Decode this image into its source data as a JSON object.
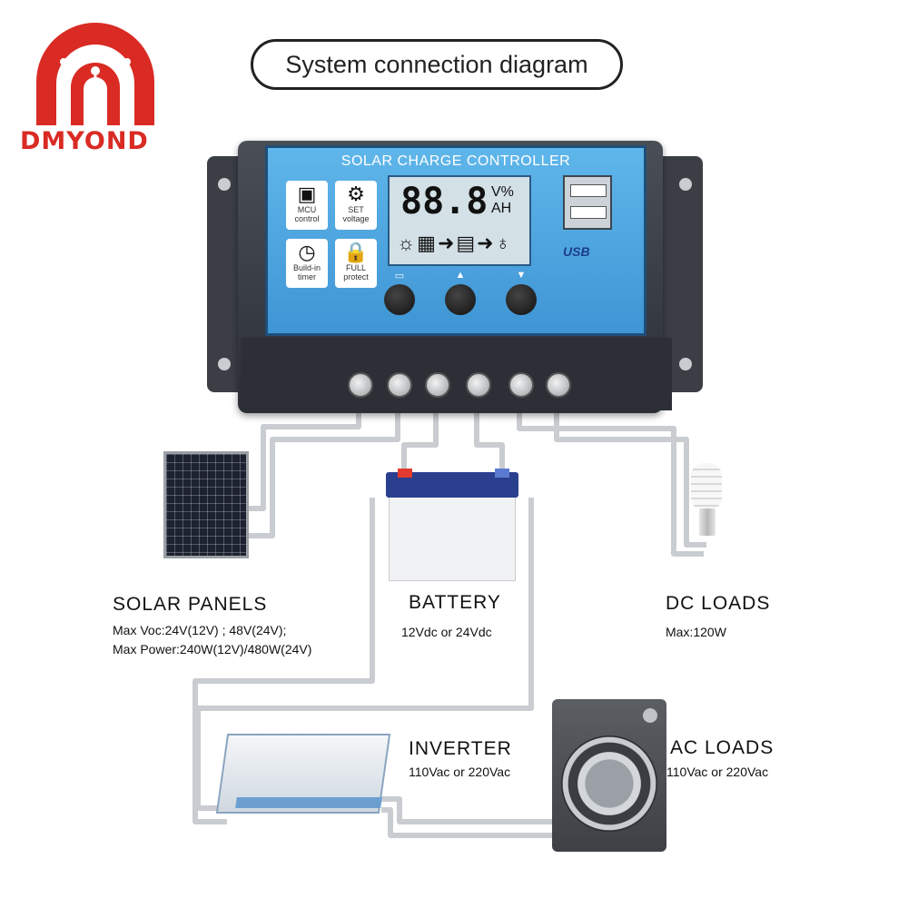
{
  "logo": {
    "text": "DMYOND",
    "color": "#d92b24"
  },
  "title": "System connection diagram",
  "controller": {
    "panel_title": "SOLAR CHARGE CONTROLLER",
    "features": [
      {
        "icon": "chip-icon",
        "glyph": "▣",
        "line1": "MCU",
        "line2": "control"
      },
      {
        "icon": "gear-icon",
        "glyph": "⚙",
        "line1": "SET",
        "line2": "voltage"
      },
      {
        "icon": "clock-icon",
        "glyph": "◷",
        "line1": "Build-in",
        "line2": "timer"
      },
      {
        "icon": "lock-icon",
        "glyph": "🔒",
        "line1": "FULL",
        "line2": "protect"
      }
    ],
    "lcd": {
      "digits": "88.8",
      "unit_top": "V%",
      "unit_bottom": "AH",
      "flow": "☼▦➜▤➜♁"
    },
    "usb_label": "USB",
    "accent": "#4aa6e0"
  },
  "components": {
    "solar": {
      "title": "SOLAR  PANELS",
      "line1": "Max  Voc:24V(12V) ; 48V(24V);",
      "line2": "Max  Power:240W(12V)/480W(24V)"
    },
    "battery": {
      "title": "BATTERY",
      "line1": "12Vdc  or  24Vdc"
    },
    "dc_loads": {
      "title": "DC  LOADS",
      "line1": "Max:120W"
    },
    "inverter": {
      "title": "INVERTER",
      "line1": "110Vac  or  220Vac"
    },
    "ac_loads": {
      "title": "AC  LOADS",
      "line1": "110Vac  or  220Vac"
    }
  }
}
